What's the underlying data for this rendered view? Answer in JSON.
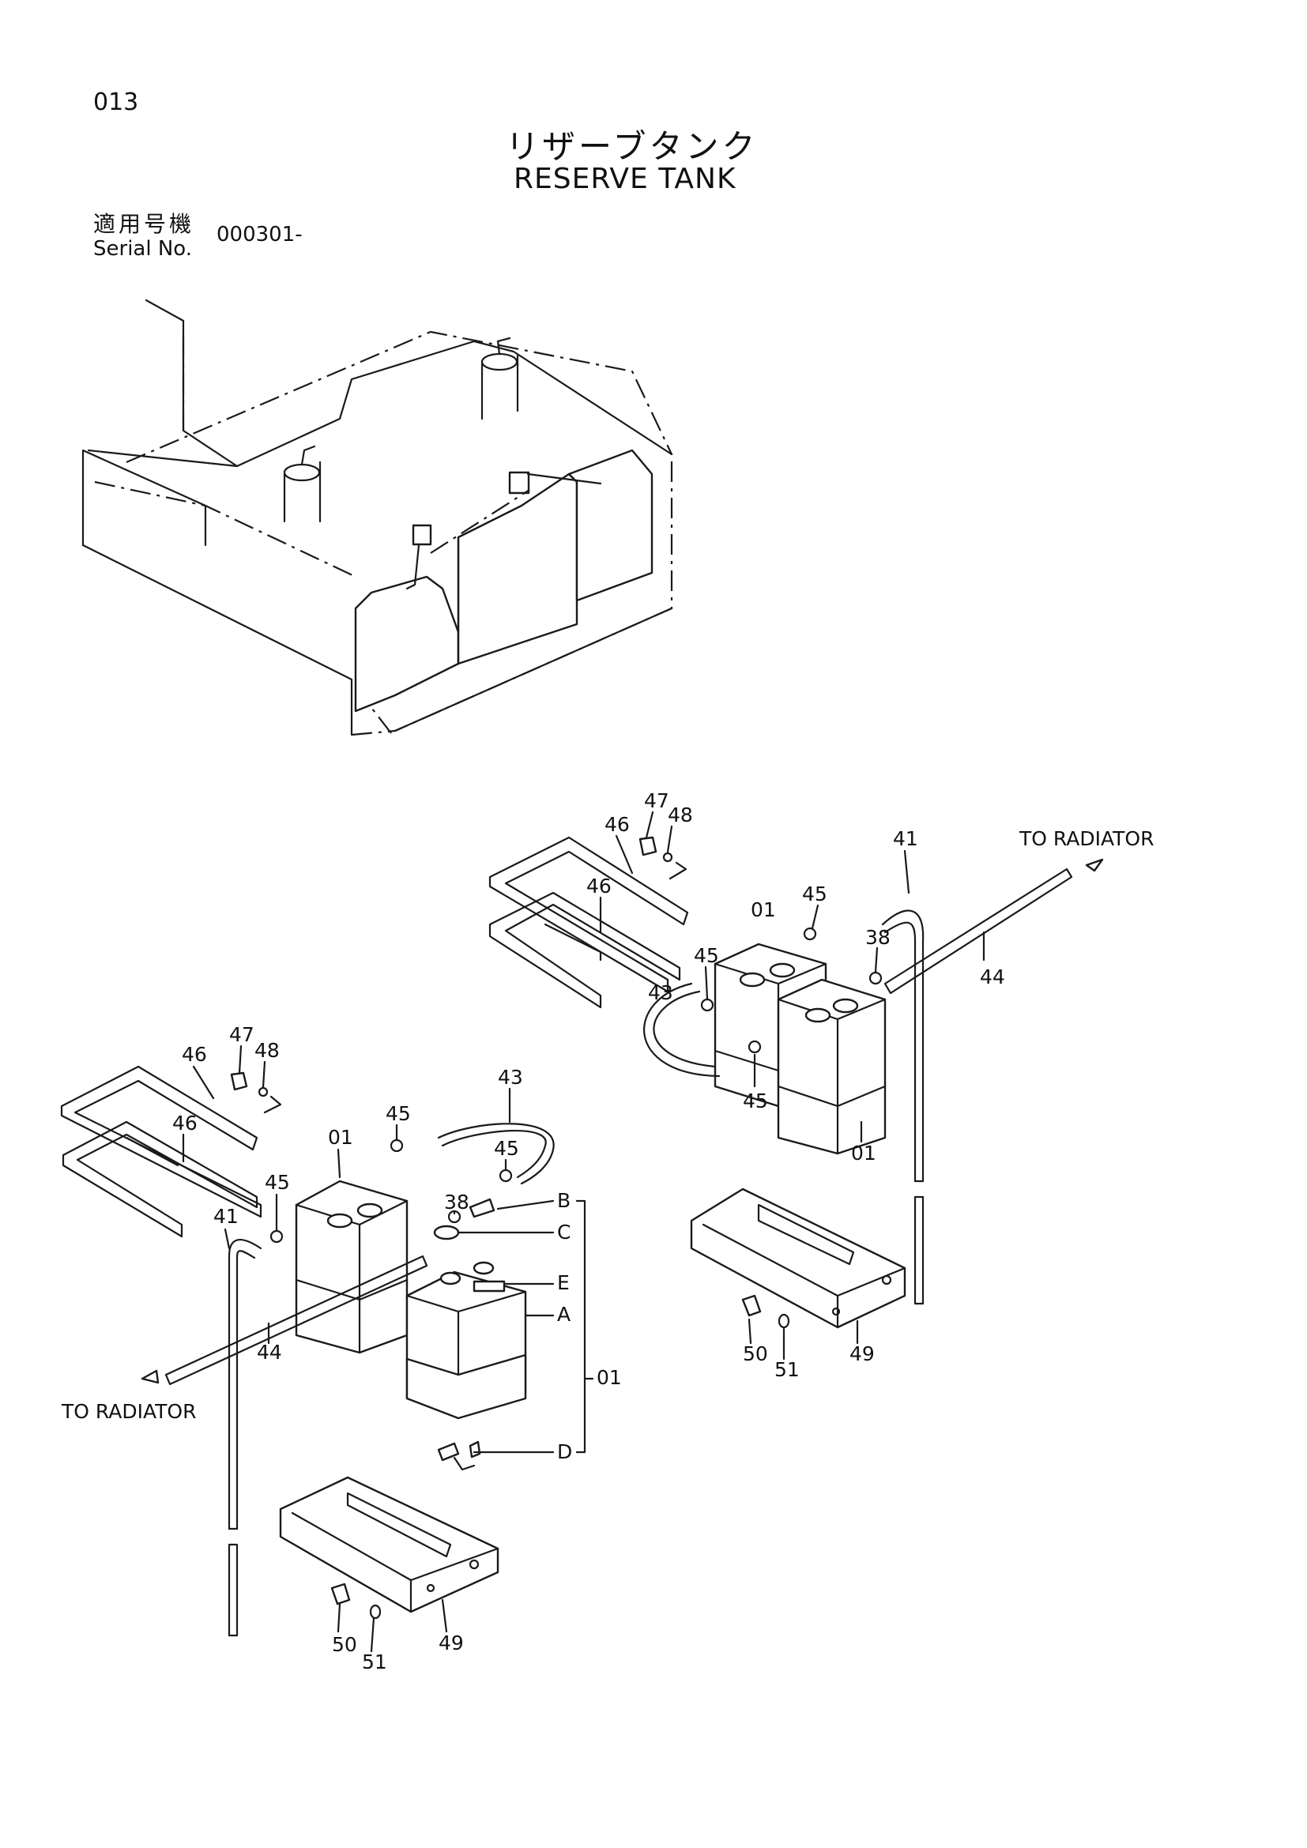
{
  "header": {
    "page_number": "013",
    "title_jp": "リザーブタンク",
    "title_en": "RESERVE TANK",
    "serial_label_jp": "適用号機",
    "serial_label_en": "Serial No.",
    "serial_value": "000301-"
  },
  "callouts": {
    "to_radiator": "TO RADIATOR",
    "p01": "01",
    "p38": "38",
    "p41": "41",
    "p43": "43",
    "p44": "44",
    "p45": "45",
    "p46": "46",
    "p47": "47",
    "p48": "48",
    "p49": "49",
    "p50": "50",
    "p51": "51",
    "a": "A",
    "b": "B",
    "c": "C",
    "d": "D",
    "e": "E"
  }
}
